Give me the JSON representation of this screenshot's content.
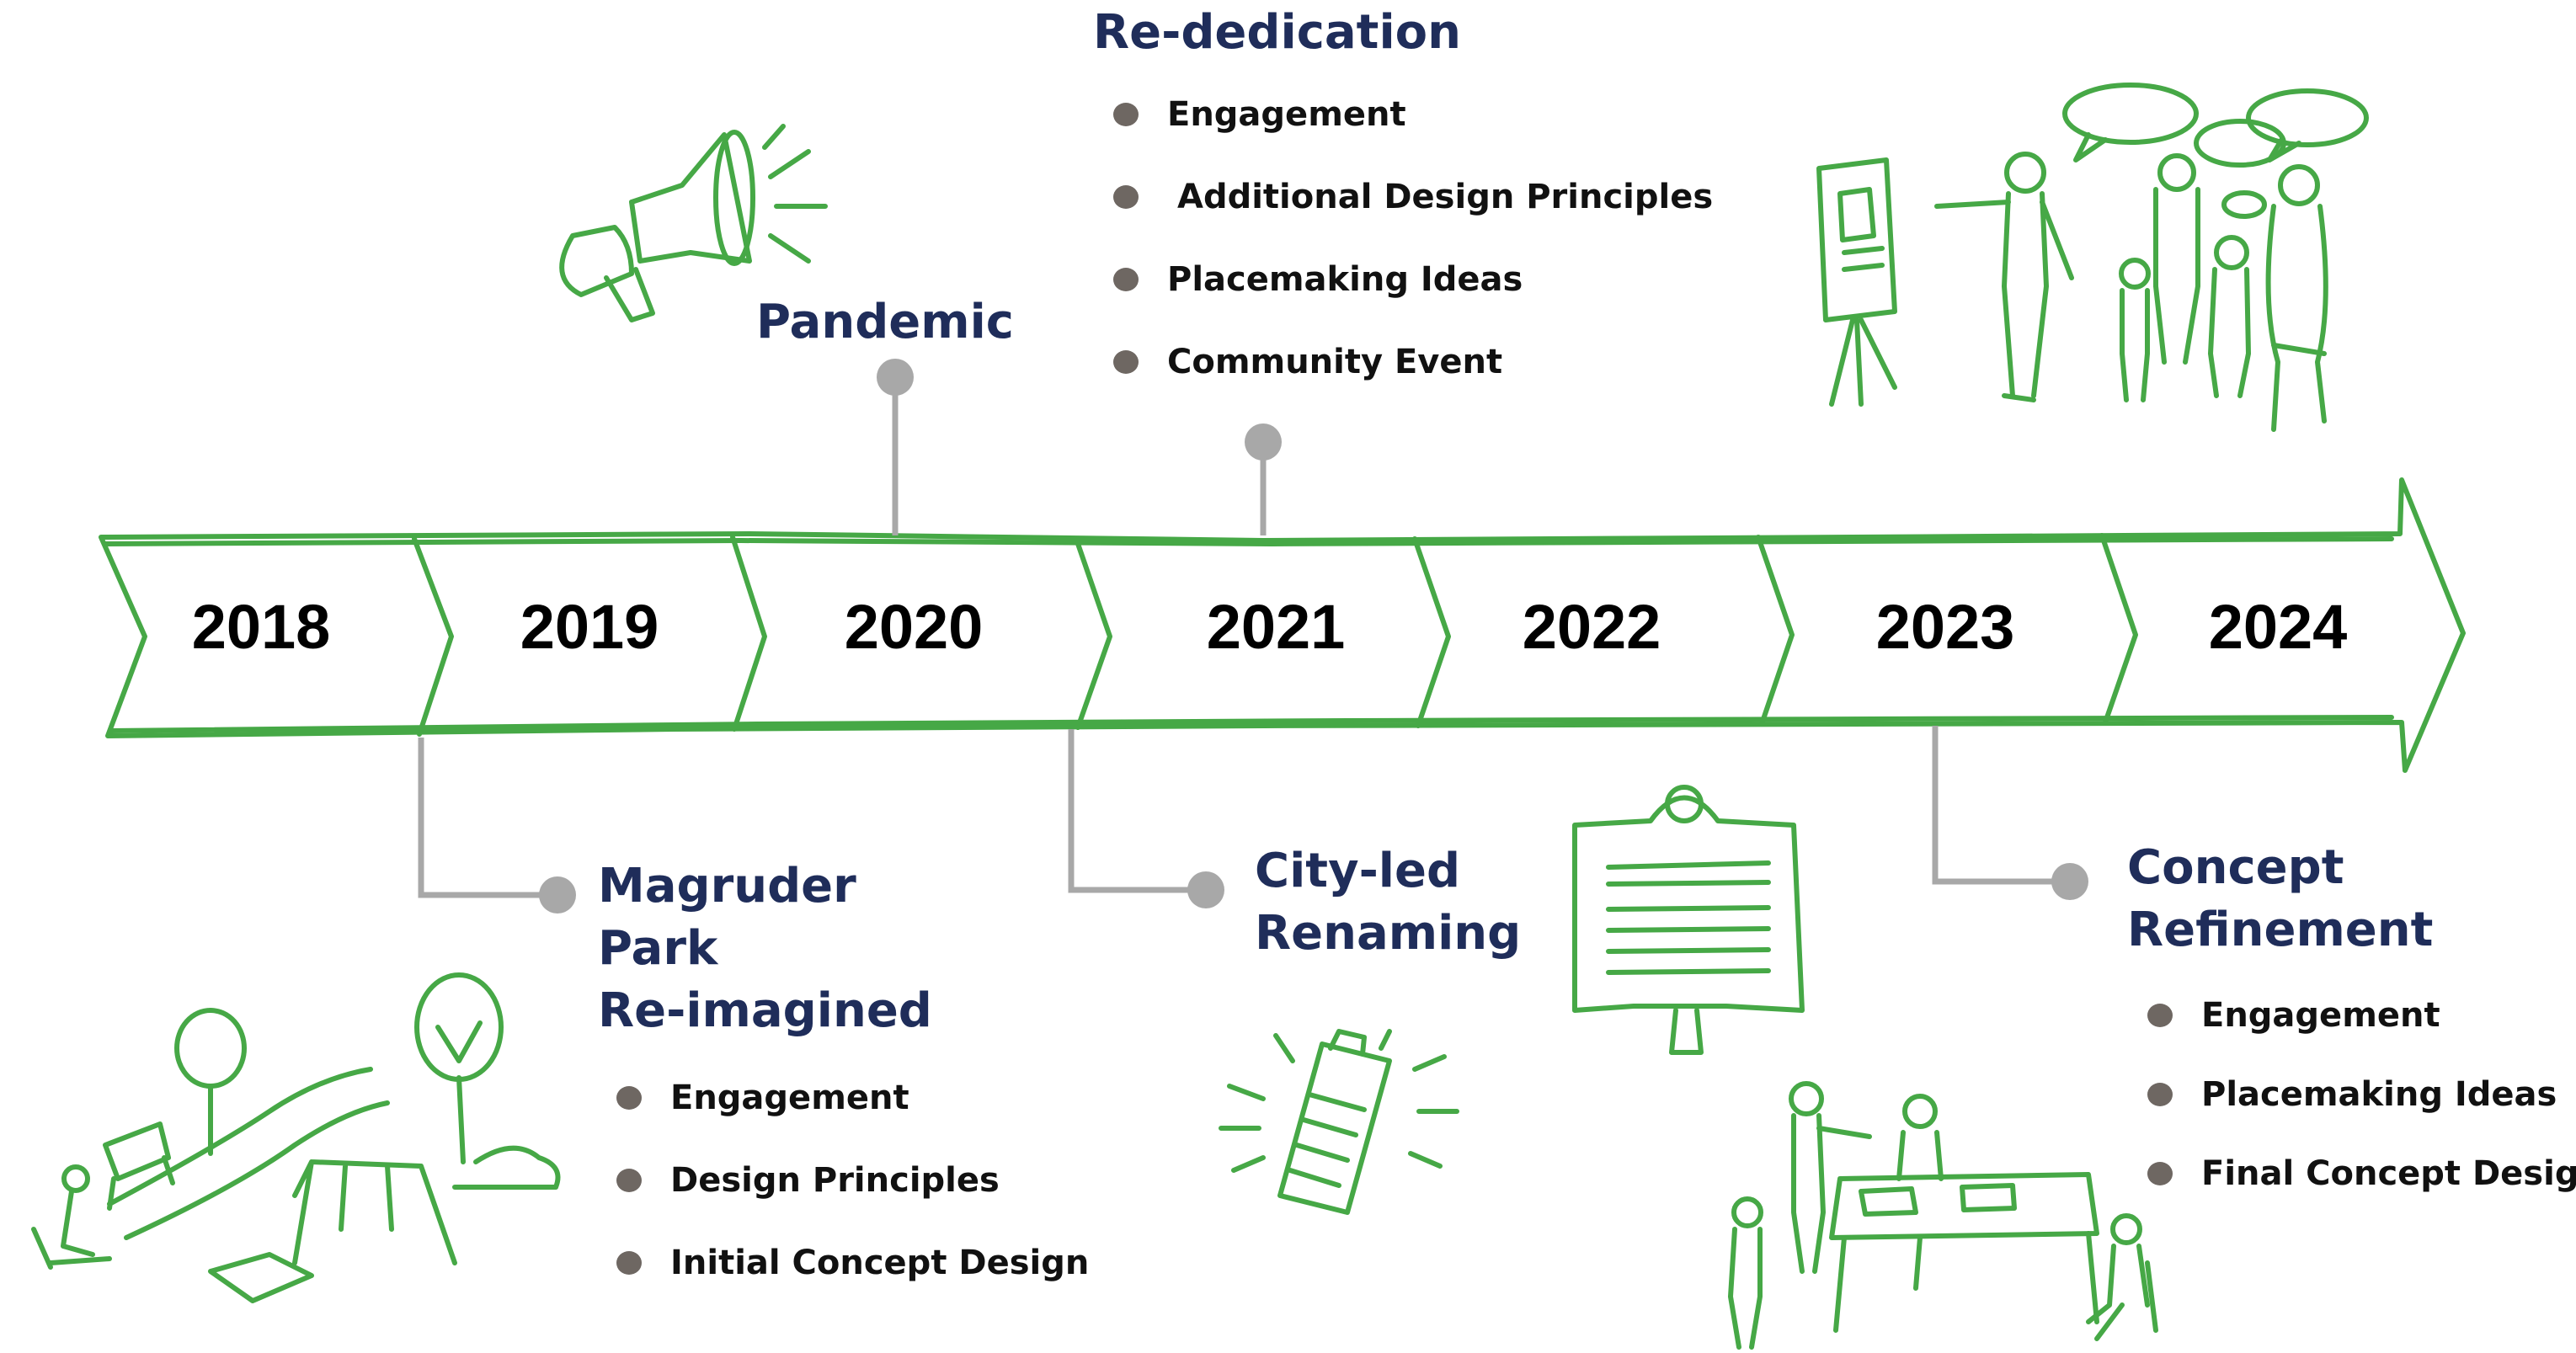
{
  "timeline": {
    "years": [
      "2018",
      "2019",
      "2020",
      "2021",
      "2022",
      "2023",
      "2024"
    ]
  },
  "milestones": {
    "pandemic": {
      "title": "Pandemic"
    },
    "rededication": {
      "title": "Re-dedication",
      "items": [
        "Engagement",
        "Additional Design Principles",
        "Placemaking Ideas",
        "Community Event"
      ]
    },
    "magruder": {
      "title_lines": [
        "Magruder",
        "Park",
        "Re-imagined"
      ],
      "items": [
        "Engagement",
        "Design Principles",
        "Initial Concept Design"
      ]
    },
    "renaming": {
      "title_lines": [
        "City-led",
        "Renaming"
      ]
    },
    "refinement": {
      "title_lines": [
        "Concept",
        "Refinement"
      ],
      "items": [
        "Engagement",
        "Placemaking Ideas",
        "Final Concept Design"
      ]
    }
  },
  "colors": {
    "heading": "#1f2d5a",
    "sketch_green": "#46a846",
    "connector_gray": "#a8a8a8",
    "bullet": "#6e6762"
  },
  "icons": [
    "megaphone-icon",
    "presentation-people-icon",
    "park-scene-icon",
    "clipboard-icon",
    "plaque-sign-icon",
    "meeting-table-icon"
  ]
}
